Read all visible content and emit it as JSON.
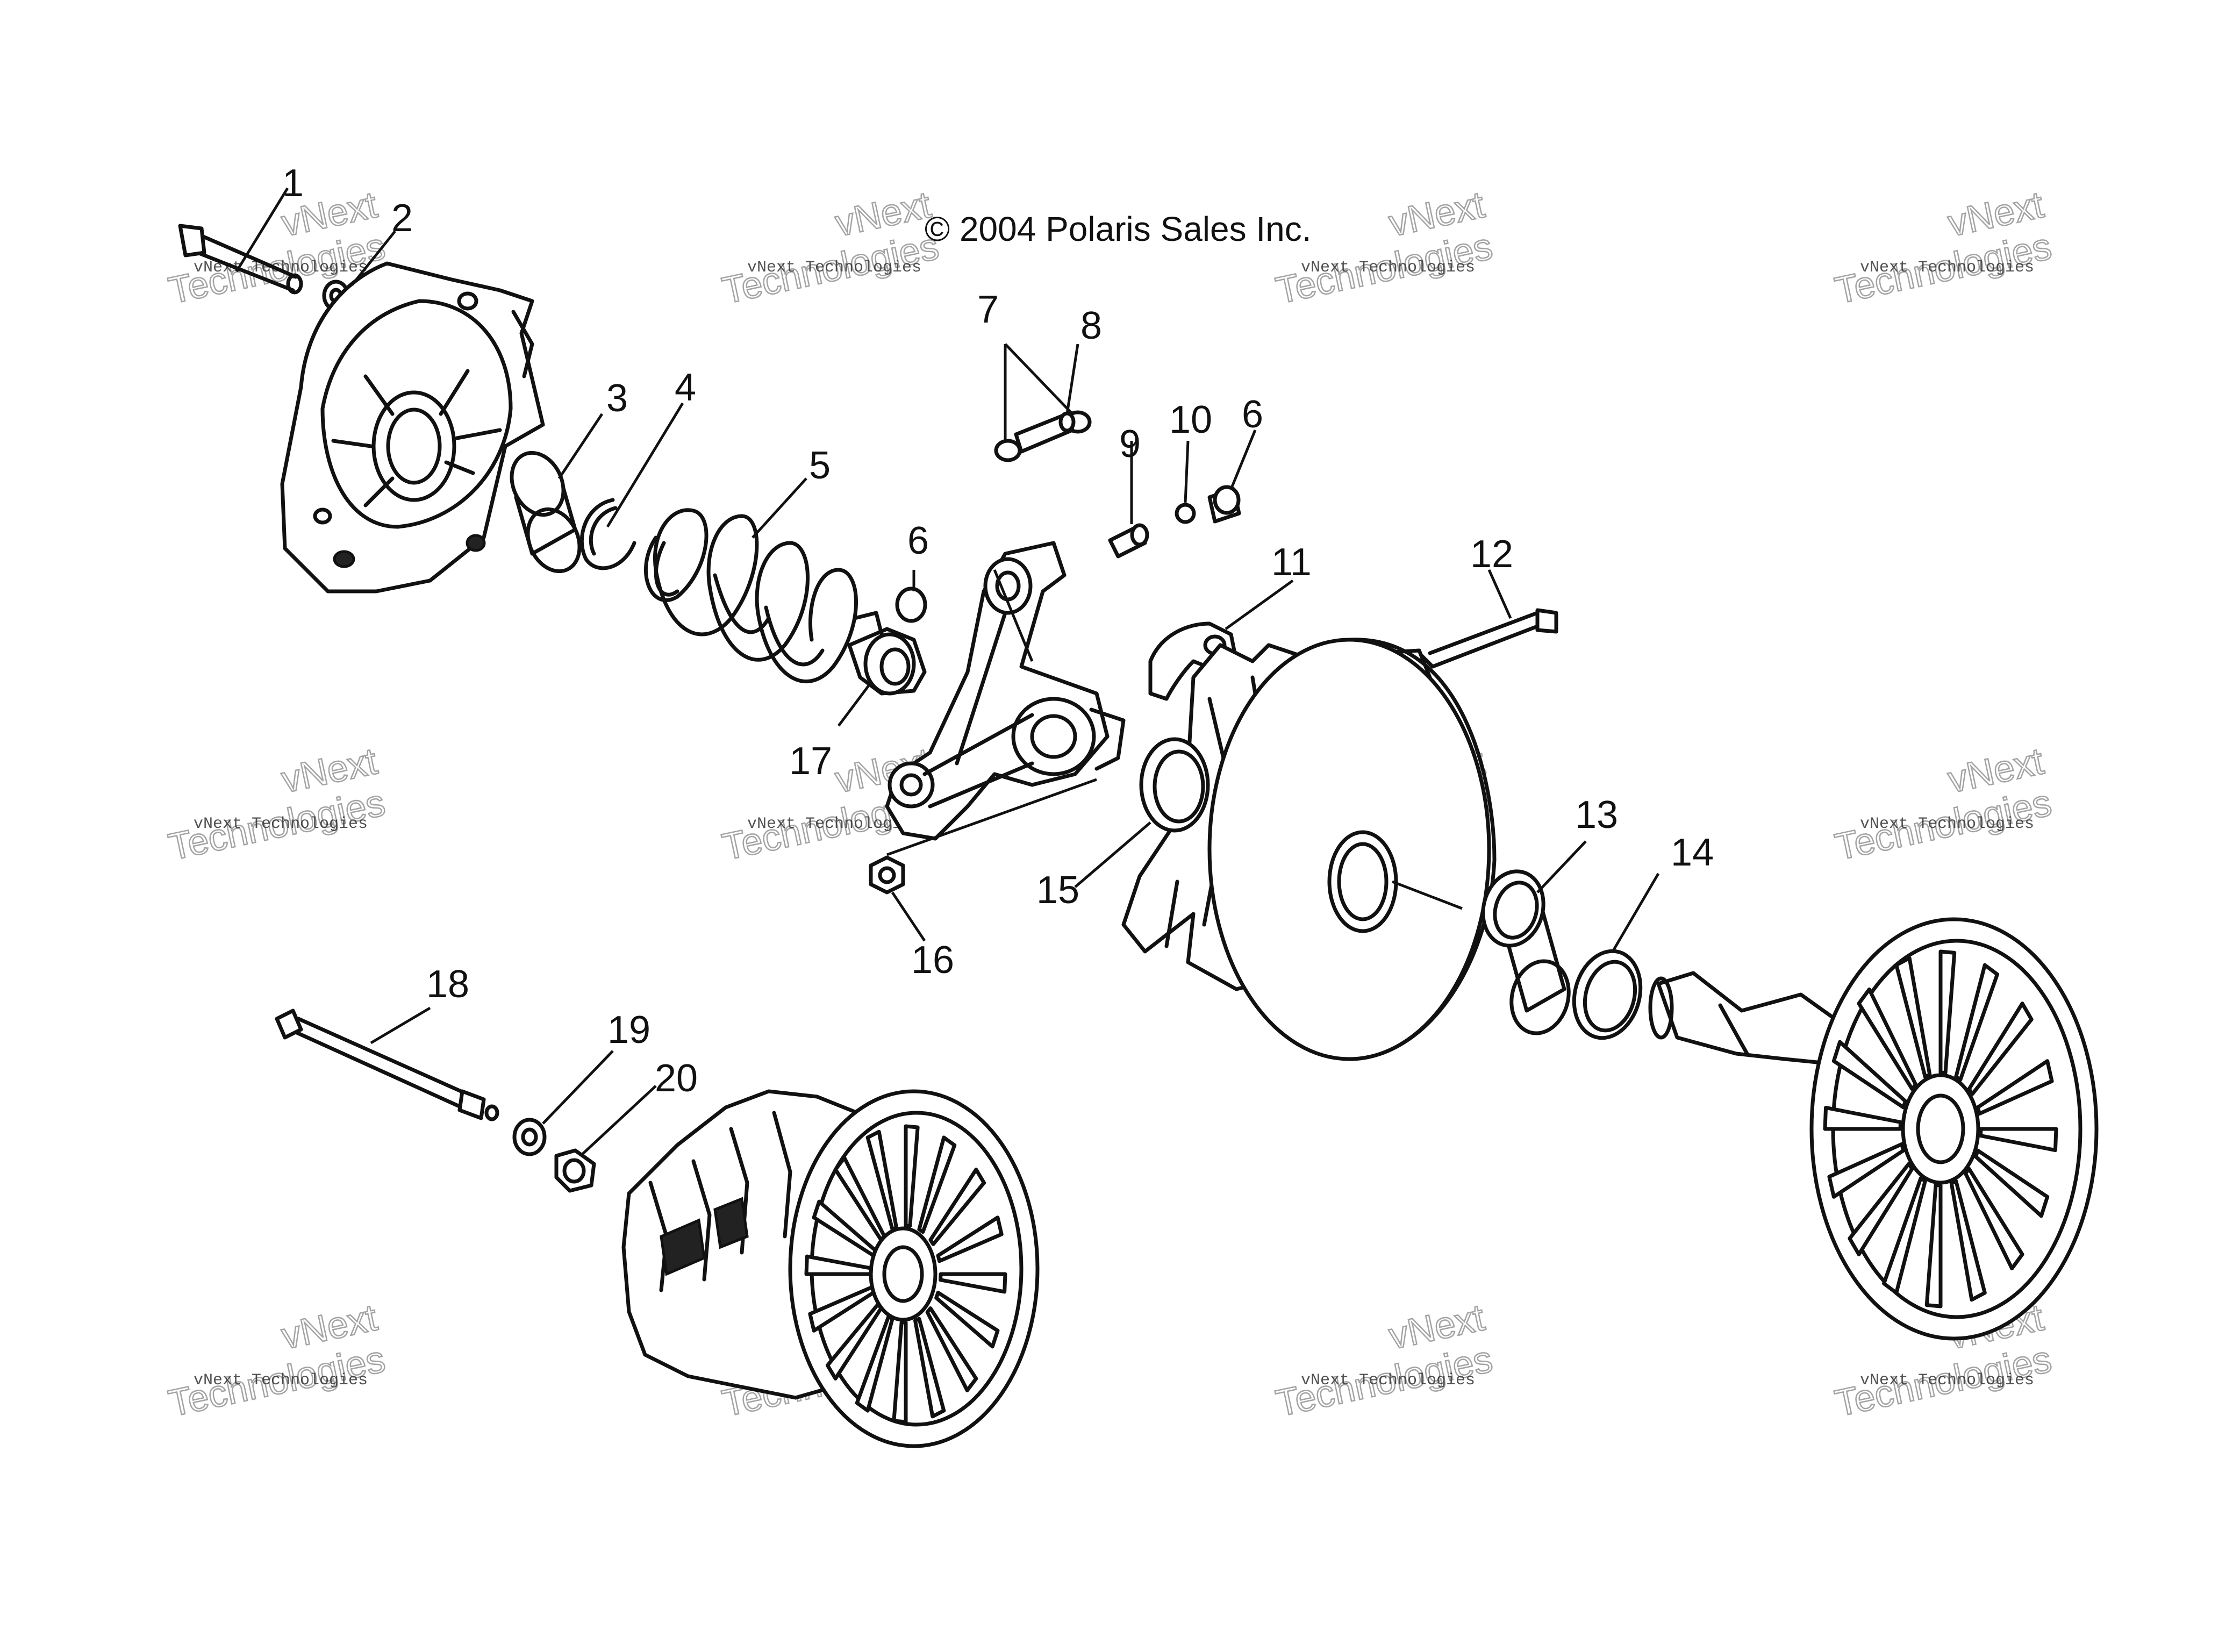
{
  "copyright": "© 2004 Polaris Sales Inc.",
  "watermark": {
    "small_text": "vNext Technologies",
    "big_line1": "vNext",
    "big_line2": "Technologies"
  },
  "callouts": [
    "1",
    "2",
    "3",
    "4",
    "5",
    "6",
    "7",
    "8",
    "9",
    "10",
    "6",
    "11",
    "12",
    "17",
    "13",
    "15",
    "14",
    "16",
    "18",
    "19",
    "20"
  ],
  "colors": {
    "line": "#111111",
    "background": "#ffffff",
    "watermark": "#9a9a9a"
  }
}
